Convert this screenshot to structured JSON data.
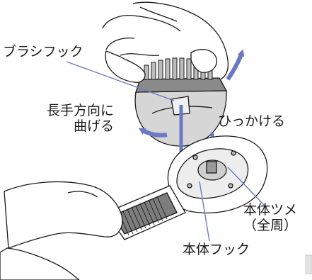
{
  "colors": {
    "line": "#1a1a1a",
    "accent": "#6b79c4",
    "accent_light": "#aab3e0",
    "gray_fill": "#c9c9c9",
    "dark_fill": "#7d7d7d"
  },
  "labels": {
    "brush_hook": "ブラシフック",
    "long_direction_line1": "長手方向に",
    "long_direction_line2": "曲げる",
    "hook_on": "ひっかける",
    "body_claw_line1": "本体ツメ",
    "body_claw_line2": "（全周）",
    "body_hook": "本体フック"
  },
  "icons": {
    "rotate_arrow_left": "curved-arrow-left-icon",
    "rotate_arrow_right": "curved-arrow-right-icon"
  }
}
